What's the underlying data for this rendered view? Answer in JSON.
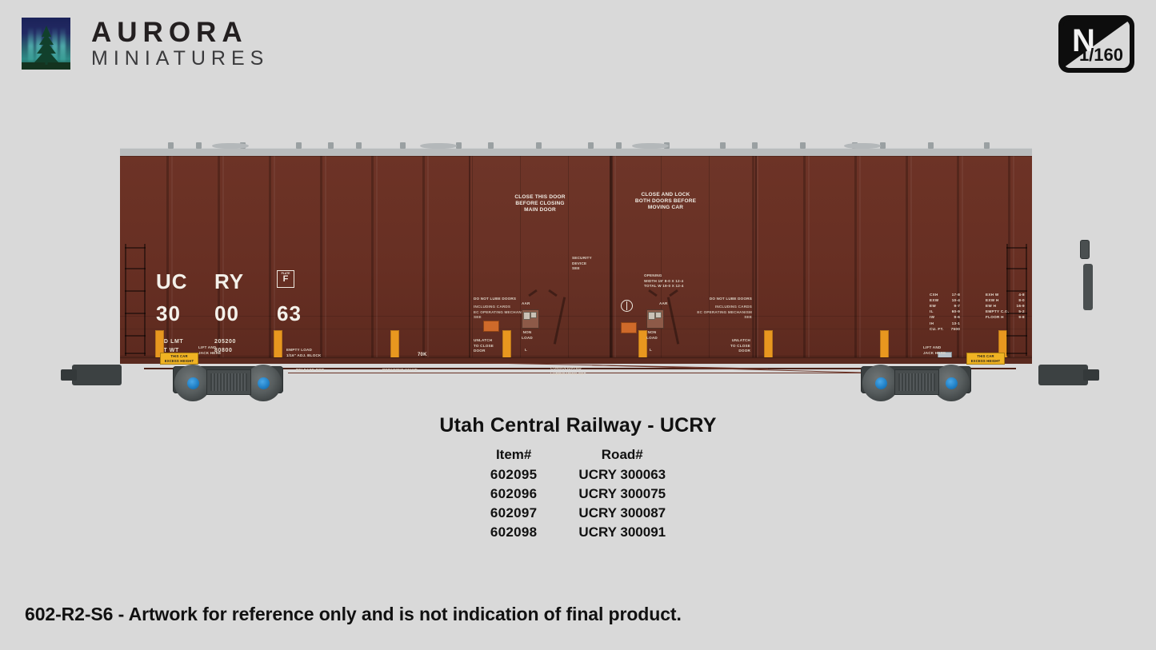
{
  "brand": {
    "name_line1": "AURORA",
    "name_line2": "MINIATURES",
    "logo_icon": "aurora-pine-logo"
  },
  "scale_badge": {
    "scale_letter": "N",
    "ratio": "1/160"
  },
  "product": {
    "road_name": "Utah Central Railway - UCRY",
    "table": {
      "headers": [
        "Item#",
        "Road#"
      ],
      "rows": [
        {
          "item": "602095",
          "road": "UCRY 300063"
        },
        {
          "item": "602096",
          "road": "UCRY 300075"
        },
        {
          "item": "602097",
          "road": "UCRY 300087"
        },
        {
          "item": "602098",
          "road": "UCRY 300091"
        }
      ]
    },
    "footer_note": "602-R2-S6 - Artwork for reference only and is not indication of final product."
  },
  "car": {
    "type": "60ft high-cube double-door boxcar",
    "body_color": "#6b3124",
    "roof_color": "#b9bcbd",
    "truck_color": "#3a3f40",
    "wheel_hub_color": "#1f7ec4",
    "stripe_color": "#e8971f",
    "reporting_marks": {
      "letters_left": "UC",
      "letters_right": "RY",
      "number_a": "30",
      "number_b": "00",
      "number_c": "63",
      "placard_box_top": "PLATE",
      "placard_box_letter": "F"
    },
    "weights": {
      "ld_lmt_label": "LD  LMT",
      "ld_lmt_value": "205200",
      "lt_wt_label": "LT  WT",
      "lt_wt_value": "80800"
    },
    "door_warnings": {
      "left": [
        "CLOSE THIS DOOR",
        "BEFORE CLOSING",
        "MAIN DOOR"
      ],
      "right": [
        "CLOSE AND LOCK",
        "BOTH DOORS BEFORE",
        "MOVING CAR"
      ]
    },
    "stencils": {
      "security_device": [
        "SECURITY",
        "DEVICE",
        "SEE"
      ],
      "opening_note": [
        "OPENING",
        "WIDTH  19'  8-0  X  12-4",
        "TOTAL  W  19-0  X  12-4"
      ],
      "do_not_lube": "DO NOT LUBE DOORS",
      "do_not_lube_sub": [
        "INCLUDING CARDS",
        "EC OPERATING MECHANISM",
        "SEE"
      ],
      "unlatch": [
        "UNLATCH",
        "TO CLOSE",
        "DOOR"
      ],
      "aar": "AAR",
      "non_load": [
        "NON",
        "LOAD"
      ],
      "L": "L",
      "empty_load": [
        "EMPTY LOAD",
        "1/16\" ADJ. BLOCK"
      ],
      "seventy_k": "70K",
      "valve_60": "60% VALVE",
      "release_rod": "RELEASE  ROD",
      "retaining_valve": "RETAINING VALVE",
      "lift_jack": [
        "LIFT AND",
        "JACK HERE"
      ],
      "consolidated_stencil": [
        "CONSOLIDATED",
        "LUBRICATION  SET"
      ],
      "excess_height": [
        "THIS CAR",
        "EXCESS HEIGHT"
      ]
    },
    "dim_left": [
      {
        "k": "CXH",
        "v": "17-8"
      },
      {
        "k": "EXW",
        "v": "10-4"
      },
      {
        "k": "EW",
        "v": "9-7"
      },
      {
        "k": "IL",
        "v": "60-9"
      },
      {
        "k": "IW",
        "v": "9-6"
      },
      {
        "k": "IH",
        "v": "13-1"
      },
      {
        "k": "CU. FT.",
        "v": "7500"
      }
    ],
    "dim_right": [
      {
        "k": "EXH  W",
        "v": "4-8"
      },
      {
        "k": "EXW   H",
        "v": "8-0"
      },
      {
        "k": "EW  H",
        "v": "16-9"
      },
      {
        "k": "EMPTY C.G.",
        "v": "5-2"
      },
      {
        "k": "FLOOR H",
        "v": "9-8"
      }
    ]
  }
}
